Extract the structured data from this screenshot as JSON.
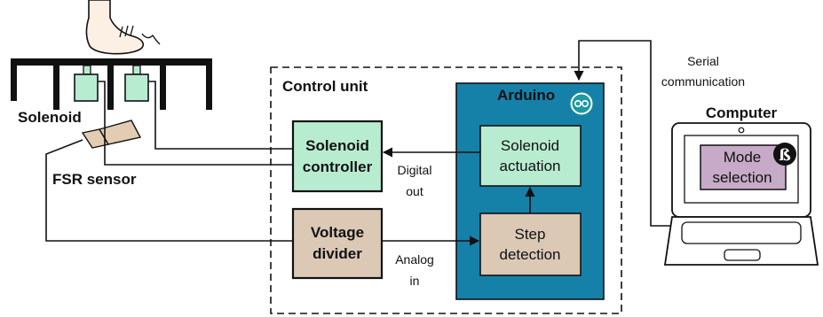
{
  "colors": {
    "arduino_fill": "#1681a8",
    "green_fill": "#b8ecd0",
    "beige_fill": "#dbc9b6",
    "purple_fill": "#c7aac7",
    "skin_fill": "#fcf0e4"
  },
  "labels": {
    "solenoid": "Solenoid",
    "fsr_sensor": "FSR sensor",
    "control_unit": "Control unit",
    "arduino": "Arduino",
    "solenoid_controller_line1": "Solenoid",
    "solenoid_controller_line2": "controller",
    "voltage_divider_line1": "Voltage",
    "voltage_divider_line2": "divider",
    "solenoid_actuation_line1": "Solenoid",
    "solenoid_actuation_line2": "actuation",
    "step_detection_line1": "Step",
    "step_detection_line2": "detection",
    "digital_out_line1": "Digital",
    "digital_out_line2": "out",
    "analog_in_line1": "Analog",
    "analog_in_line2": "in",
    "serial_line1": "Serial",
    "serial_line2": "communication",
    "computer": "Computer",
    "mode_selection_line1": "Mode",
    "mode_selection_line2": "selection"
  },
  "icons": {
    "arduino_logo": "arduino-logo-icon",
    "mode_app_logo": "b-logo-icon"
  }
}
